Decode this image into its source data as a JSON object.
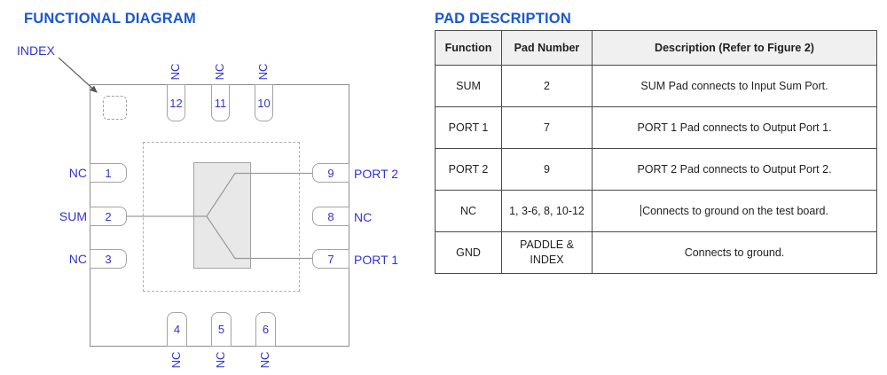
{
  "colors": {
    "title_blue": "#1b57cf",
    "pin_blue": "#3333cc",
    "diagram_line_gray": "#9a9a9a",
    "splitter_fill": "#e8e8e8",
    "table_border": "#4a4a4a",
    "table_header_bg": "#f0f0f0"
  },
  "functional_diagram": {
    "title": "FUNCTIONAL DIAGRAM",
    "index_label": "INDEX",
    "pads": {
      "left": [
        {
          "number": "1",
          "label": "NC"
        },
        {
          "number": "2",
          "label": "SUM"
        },
        {
          "number": "3",
          "label": "NC"
        }
      ],
      "right": [
        {
          "number": "9",
          "label": "PORT 2"
        },
        {
          "number": "8",
          "label": "NC"
        },
        {
          "number": "7",
          "label": "PORT 1"
        }
      ],
      "top": [
        {
          "number": "12",
          "label": "NC"
        },
        {
          "number": "11",
          "label": "NC"
        },
        {
          "number": "10",
          "label": "NC"
        }
      ],
      "bottom": [
        {
          "number": "4",
          "label": "NC"
        },
        {
          "number": "5",
          "label": "NC"
        },
        {
          "number": "6",
          "label": "NC"
        }
      ]
    }
  },
  "pad_description": {
    "title": "PAD DESCRIPTION",
    "headers": [
      "Function",
      "Pad Number",
      "Description (Refer to Figure 2)"
    ],
    "rows": [
      {
        "function": "SUM",
        "pad_number": "2",
        "description": "SUM Pad connects to Input Sum Port."
      },
      {
        "function": "PORT 1",
        "pad_number": "7",
        "description": "PORT 1 Pad connects to Output Port 1."
      },
      {
        "function": "PORT 2",
        "pad_number": "9",
        "description": "PORT 2 Pad connects to Output Port 2."
      },
      {
        "function": "NC",
        "pad_number": "1, 3-6, 8, 10-12",
        "description": "Connects to ground on the test board."
      },
      {
        "function": "GND",
        "pad_number": "PADDLE & INDEX",
        "description": "Connects to ground."
      }
    ]
  }
}
